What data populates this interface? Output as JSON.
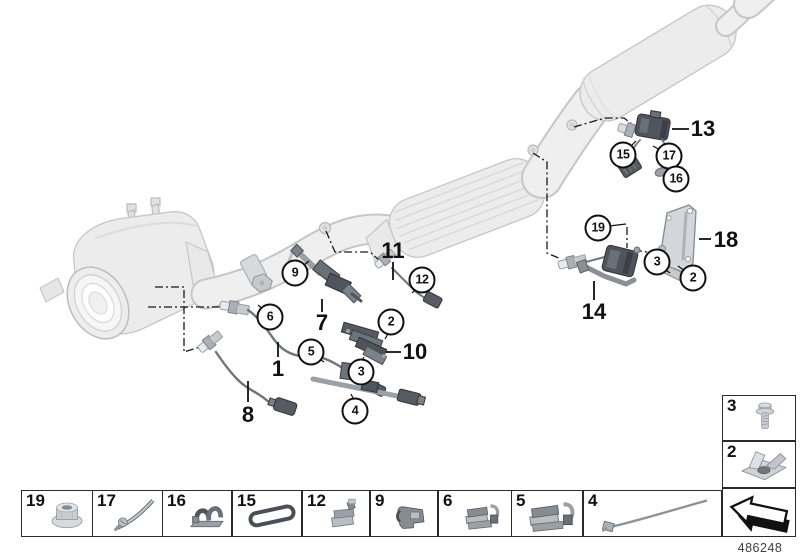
{
  "diagram": {
    "doc_number": "486248",
    "colors": {
      "outline": "#1a1a1a",
      "pipe_fill": "#eeeeee",
      "pipe_edge": "#c6c6c6",
      "part_dark": "#50555c",
      "part_mid": "#868c92",
      "part_light": "#c9cdd1"
    },
    "plain_callouts": [
      {
        "id": "1",
        "label": "1"
      },
      {
        "id": "7",
        "label": "7"
      },
      {
        "id": "8",
        "label": "8"
      },
      {
        "id": "10",
        "label": "10"
      },
      {
        "id": "11",
        "label": "11"
      },
      {
        "id": "13",
        "label": "13"
      },
      {
        "id": "14",
        "label": "14"
      },
      {
        "id": "18",
        "label": "18"
      }
    ],
    "circled_callouts": [
      {
        "id": "9",
        "label": "9"
      },
      {
        "id": "6",
        "label": "6"
      },
      {
        "id": "5",
        "label": "5"
      },
      {
        "id": "2a",
        "label": "2"
      },
      {
        "id": "3a",
        "label": "3"
      },
      {
        "id": "4",
        "label": "4"
      },
      {
        "id": "12",
        "label": "12"
      },
      {
        "id": "15",
        "label": "15"
      },
      {
        "id": "17",
        "label": "17"
      },
      {
        "id": "16",
        "label": "16"
      },
      {
        "id": "19",
        "label": "19"
      },
      {
        "id": "3b",
        "label": "3"
      },
      {
        "id": "2b",
        "label": "2"
      }
    ],
    "legend_row": [
      {
        "label": "19",
        "icon": "flange-nut-icon"
      },
      {
        "label": "17",
        "icon": "screw-clamp-icon"
      },
      {
        "label": "16",
        "icon": "cable-clamp-icon"
      },
      {
        "label": "15",
        "icon": "rubber-loop-icon"
      },
      {
        "label": "12",
        "icon": "holder-clip-icon"
      },
      {
        "label": "9",
        "icon": "bracket-clip-icon"
      },
      {
        "label": "6",
        "icon": "clamp-small-icon"
      },
      {
        "label": "5",
        "icon": "clamp-large-icon"
      },
      {
        "label": "4",
        "icon": "cable-tie-icon"
      }
    ],
    "legend_side": [
      {
        "label": "3",
        "icon": "flange-bolt-icon"
      },
      {
        "label": "2",
        "icon": "cage-nut-icon"
      }
    ],
    "nav_arrow_icon": "direction-arrow-icon"
  }
}
